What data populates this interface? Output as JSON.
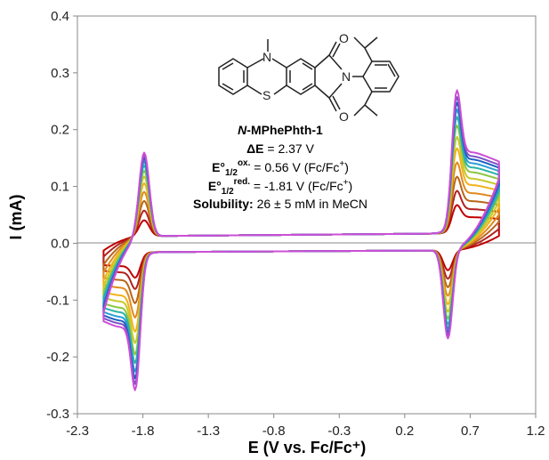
{
  "chart_data": {
    "type": "line",
    "title": "",
    "xlabel": "E (V vs. Fc/Fc⁺)",
    "ylabel": "I (mA)",
    "xlim": [
      -2.3,
      1.2
    ],
    "ylim": [
      -0.3,
      0.4
    ],
    "x_ticks": [
      "-2.3",
      "-1.8",
      "-1.3",
      "-0.8",
      "-0.3",
      "0.2",
      "0.7",
      "1.2"
    ],
    "y_ticks": [
      "0.4",
      "0.3",
      "0.2",
      "0.1",
      "0.0",
      "-0.1",
      "-0.2",
      "-0.3"
    ],
    "x_tick_values": [
      -2.3,
      -1.8,
      -1.3,
      -0.8,
      -0.3,
      0.2,
      0.7,
      1.2
    ],
    "y_tick_values": [
      0.4,
      0.3,
      0.2,
      0.1,
      0.0,
      -0.1,
      -0.2,
      -0.3
    ],
    "grid": false,
    "legend": "none",
    "scan_window": [
      -2.1,
      0.92
    ],
    "scan_start": -0.24,
    "series": [
      {
        "color": "#c00000",
        "ox_peak": [
          0.6,
          0.05
        ],
        "red_peak": [
          -1.86,
          -0.045
        ],
        "ox_return_peak": [
          0.53,
          -0.035
        ],
        "red_return_peak": [
          -1.79,
          0.028
        ]
      },
      {
        "color": "#b22222",
        "ox_peak": [
          0.6,
          0.075
        ],
        "red_peak": [
          -1.86,
          -0.065
        ],
        "ox_return_peak": [
          0.53,
          -0.05
        ],
        "red_return_peak": [
          -1.79,
          0.045
        ]
      },
      {
        "color": "#b8651b",
        "ox_peak": [
          0.6,
          0.1
        ],
        "red_peak": [
          -1.86,
          -0.09
        ],
        "ox_return_peak": [
          0.53,
          -0.065
        ],
        "red_return_peak": [
          -1.79,
          0.062
        ]
      },
      {
        "color": "#e08a1e",
        "ox_peak": [
          0.6,
          0.125
        ],
        "red_peak": [
          -1.86,
          -0.115
        ],
        "ox_return_peak": [
          0.53,
          -0.08
        ],
        "red_return_peak": [
          -1.79,
          0.078
        ]
      },
      {
        "color": "#f2b21c",
        "ox_peak": [
          0.6,
          0.15
        ],
        "red_peak": [
          -1.86,
          -0.14
        ],
        "ox_return_peak": [
          0.53,
          -0.095
        ],
        "red_return_peak": [
          -1.79,
          0.093
        ]
      },
      {
        "color": "#c9c92a",
        "ox_peak": [
          0.6,
          0.17
        ],
        "red_peak": [
          -1.86,
          -0.16
        ],
        "ox_return_peak": [
          0.53,
          -0.108
        ],
        "red_return_peak": [
          -1.79,
          0.105
        ]
      },
      {
        "color": "#8cc63f",
        "ox_peak": [
          0.6,
          0.19
        ],
        "red_peak": [
          -1.86,
          -0.18
        ],
        "ox_return_peak": [
          0.53,
          -0.12
        ],
        "red_return_peak": [
          -1.79,
          0.115
        ]
      },
      {
        "color": "#2ab3a6",
        "ox_peak": [
          0.6,
          0.205
        ],
        "red_peak": [
          -1.86,
          -0.195
        ],
        "ox_return_peak": [
          0.53,
          -0.13
        ],
        "red_return_peak": [
          -1.79,
          0.124
        ]
      },
      {
        "color": "#2a9fd6",
        "ox_peak": [
          0.6,
          0.218
        ],
        "red_peak": [
          -1.86,
          -0.21
        ],
        "ox_return_peak": [
          0.53,
          -0.138
        ],
        "red_return_peak": [
          -1.79,
          0.131
        ]
      },
      {
        "color": "#1f5fbf",
        "ox_peak": [
          0.6,
          0.23
        ],
        "red_peak": [
          -1.86,
          -0.222
        ],
        "ox_return_peak": [
          0.53,
          -0.145
        ],
        "red_return_peak": [
          -1.79,
          0.137
        ]
      },
      {
        "color": "#7b52c7",
        "ox_peak": [
          0.6,
          0.24
        ],
        "red_peak": [
          -1.86,
          -0.232
        ],
        "ox_return_peak": [
          0.53,
          -0.15
        ],
        "red_return_peak": [
          -1.79,
          0.142
        ]
      },
      {
        "color": "#cc4fd6",
        "ox_peak": [
          0.6,
          0.252
        ],
        "red_peak": [
          -1.86,
          -0.243
        ],
        "ox_return_peak": [
          0.53,
          -0.155
        ],
        "red_return_peak": [
          -1.79,
          0.147
        ]
      }
    ],
    "annotation": {
      "compound": "N-MPhePhth-1",
      "compound_prefix": "N",
      "compound_rest": "-MPhePhth-1",
      "delta_e_label": "ΔE",
      "delta_e_value": " = 2.37 V",
      "e_ox_base": "E°",
      "e_ox_sub": "1/2",
      "e_ox_sup": "ox.",
      "e_ox_value": " = 0.56 V (Fc/Fc",
      "e_ox_plus": "+",
      "e_ox_close": ")",
      "e_red_base": "E°",
      "e_red_sub": "1/2",
      "e_red_sup": "red.",
      "e_red_value": " = -1.81 V (Fc/Fc",
      "e_red_plus": "+",
      "e_red_close": ")",
      "solubility_label": "Solubility:",
      "solubility_value": " 26 ± 5 mM in MeCN"
    },
    "structure_atoms": [
      "N",
      "S",
      "O",
      "O",
      "N"
    ]
  }
}
